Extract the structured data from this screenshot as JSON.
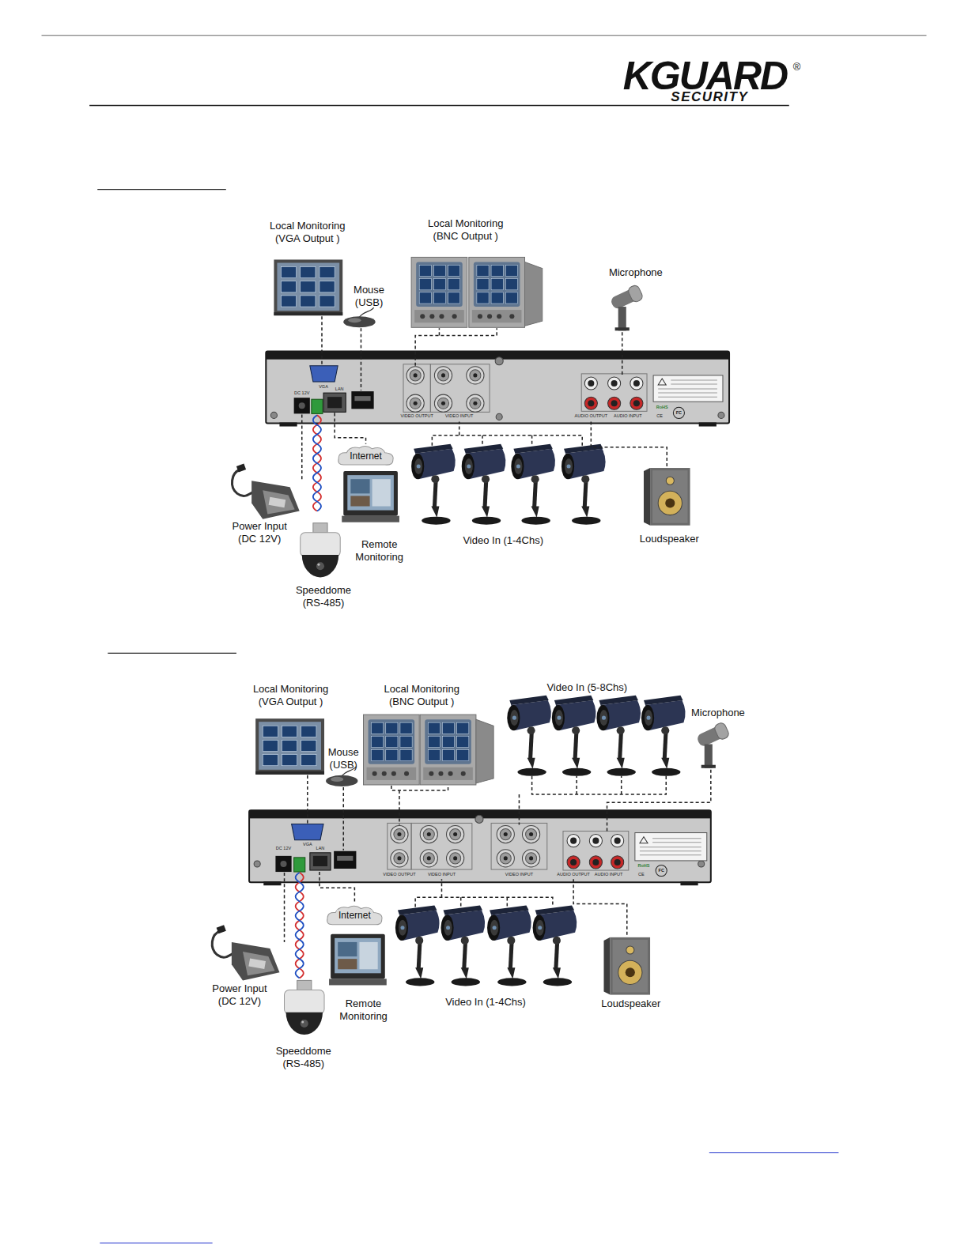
{
  "diagram": {
    "labels": [
      "KGUARD",
      "SECURITY",
      "®",
      "Local Monitoring (VGA Output )",
      "Local Monitoring (BNC Output )",
      "Mouse (USB)",
      "Microphone",
      "Internet",
      "Remote Monitoring",
      "Video In (1-4Chs)",
      "Loudspeaker",
      "Power Input (DC 12V)",
      "Speeddome (RS-485)",
      "DC 12V",
      "VGA",
      "LAN",
      "VIDEO OUTPUT",
      "VIDEO INPUT",
      "AUDIO OUTPUT",
      "AUDIO INPUT",
      "RoHS",
      "CE",
      "FC",
      "Local Monitoring (VGA Output )",
      "Local Monitoring (BNC Output )",
      "Video In (5-8Chs)",
      "Microphone",
      "Mouse (USB)",
      "Internet",
      "Remote Monitoring",
      "Video In (1-4Chs)",
      "Loudspeaker",
      "Power Input (DC 12V)",
      "Speeddome (RS-485)",
      "DC 12V",
      "VGA",
      "LAN",
      "VIDEO OUTPUT",
      "VIDEO INPUT",
      "VIDEO INPUT",
      "AUDIO OUTPUT",
      "AUDIO INPUT",
      "RoHS",
      "CE",
      "FC"
    ]
  }
}
